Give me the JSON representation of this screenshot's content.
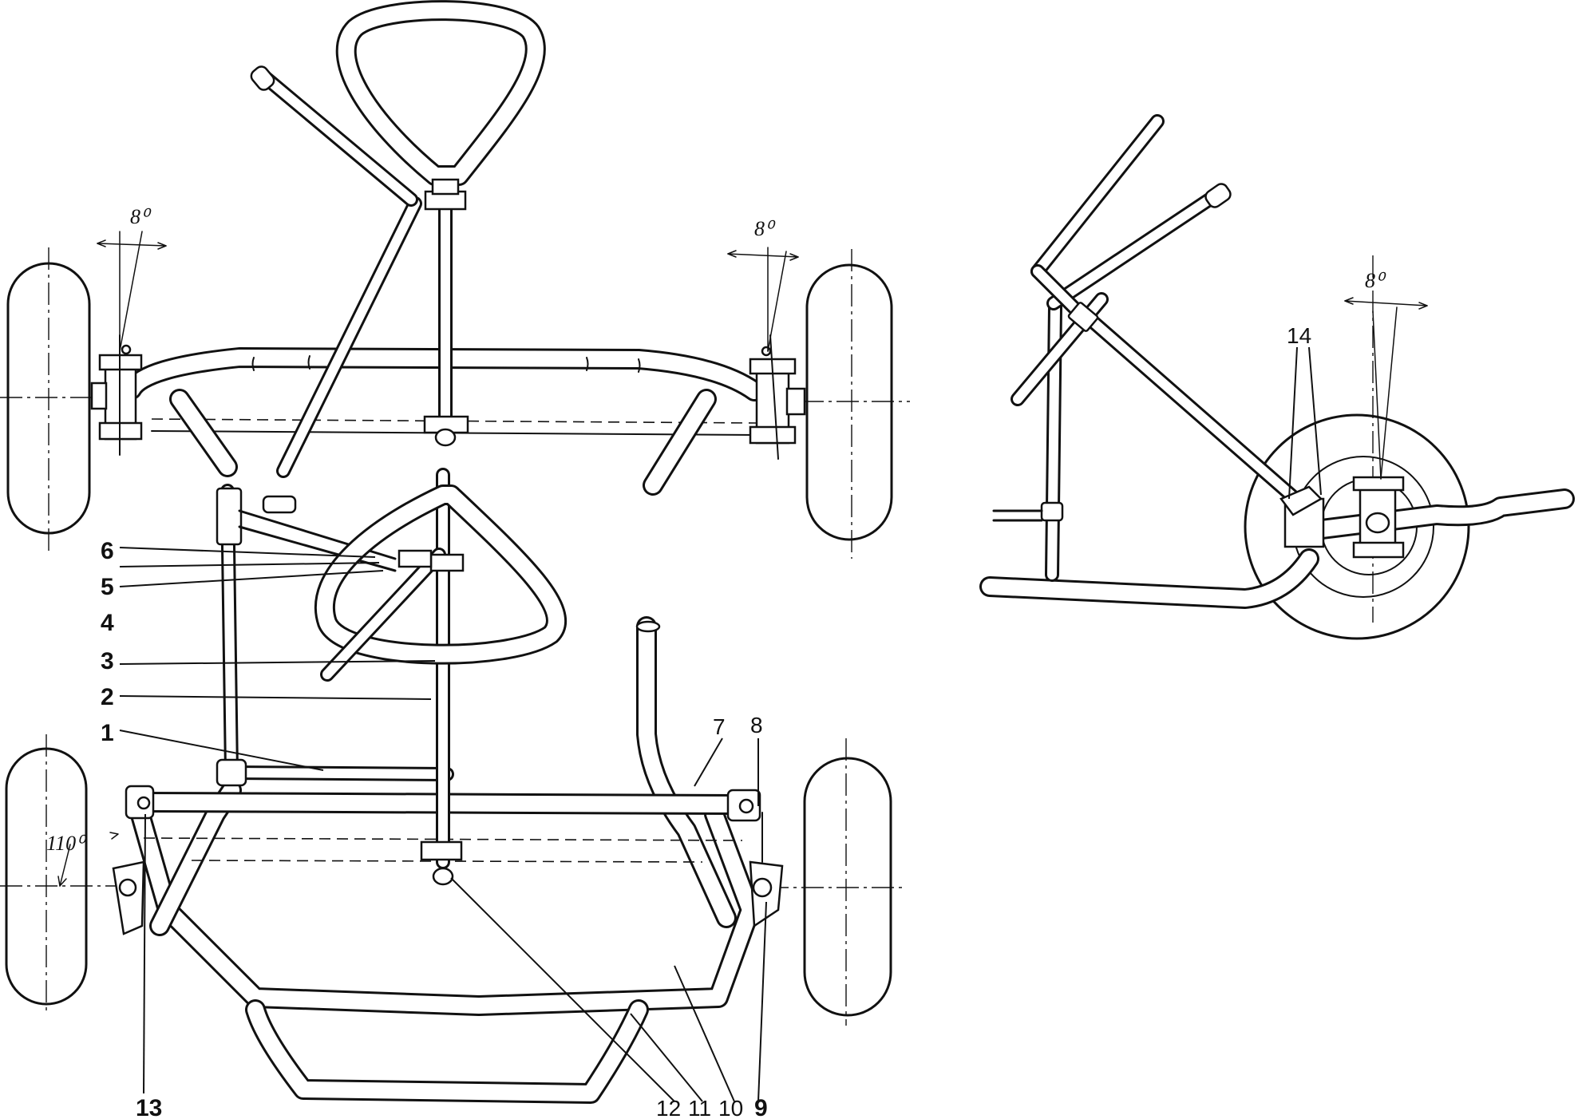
{
  "labels": {
    "l1": "1",
    "l2": "2",
    "l3": "3",
    "l4": "4",
    "l5": "5",
    "l6": "6",
    "l7": "7",
    "l8": "8",
    "l9": "9",
    "l10": "10",
    "l11": "11",
    "l12": "12",
    "l13": "13",
    "l14": "14"
  },
  "angles": {
    "top_left": "8⁰",
    "top_right": "8⁰",
    "side_view": "8⁰",
    "bottom_left": "110⁰"
  }
}
